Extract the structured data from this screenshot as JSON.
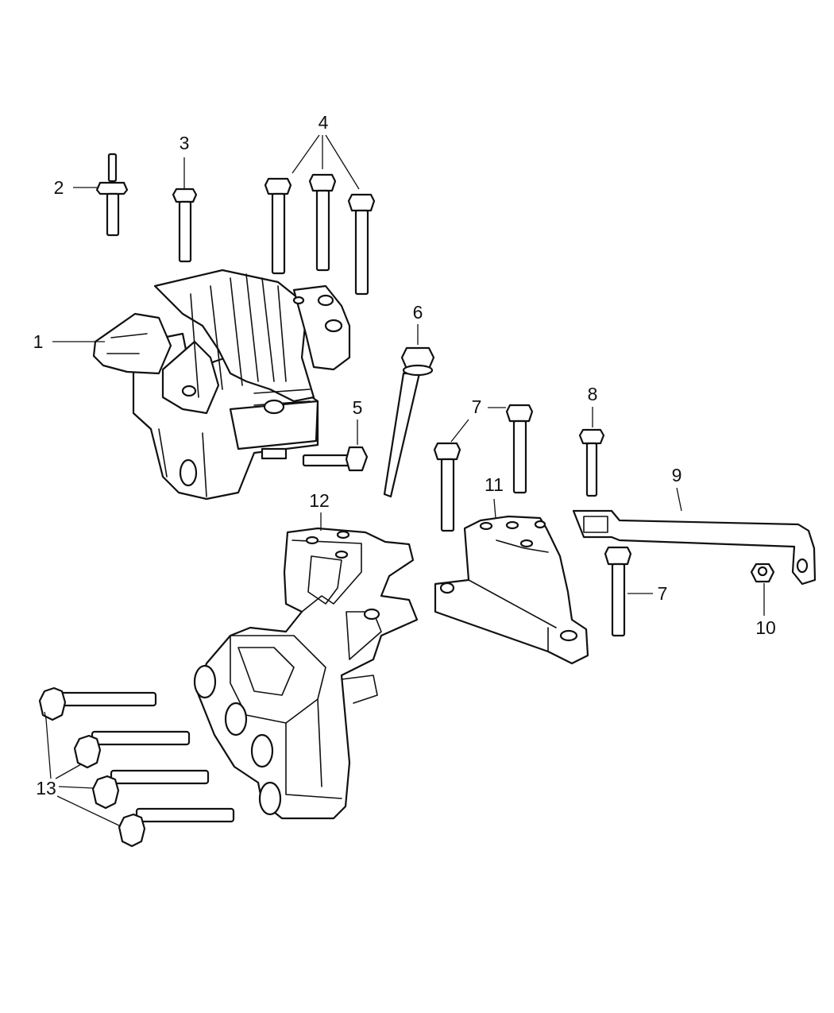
{
  "callouts": {
    "c1": "1",
    "c2": "2",
    "c3": "3",
    "c4": "4",
    "c5": "5",
    "c6": "6",
    "c7a": "7",
    "c7b": "7",
    "c8": "8",
    "c9": "9",
    "c10": "10",
    "c11": "11",
    "c12": "12",
    "c13": "13"
  }
}
